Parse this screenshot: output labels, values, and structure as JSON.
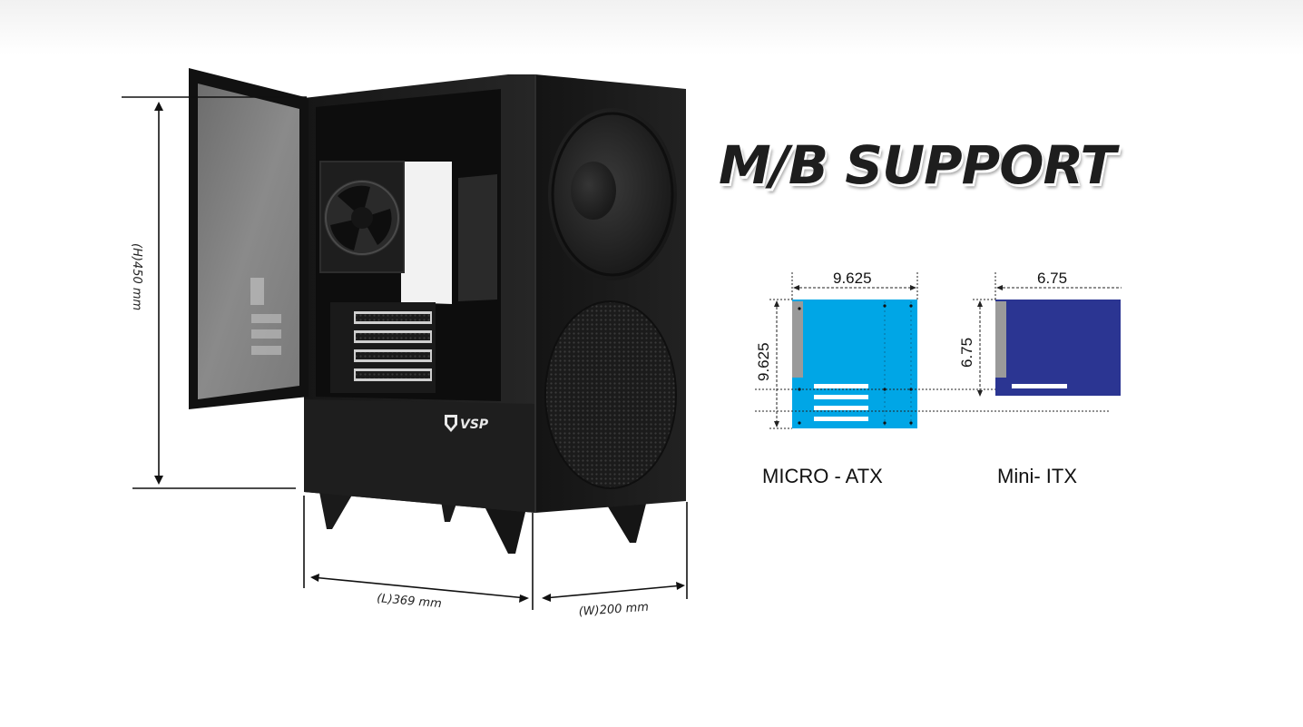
{
  "heading": "M/B SUPPORT",
  "brand_logo_text": "VSP",
  "dimensions": {
    "height": "(H)450 mm",
    "length": "(L)369 mm",
    "width": "(W)200 mm"
  },
  "boards": [
    {
      "name": "MICRO - ATX",
      "width_in": "9.625",
      "height_in": "9.625",
      "color": "#00a6e6"
    },
    {
      "name": "Mini- ITX",
      "width_in": "6.75",
      "height_in": "6.75",
      "color": "#2b3592"
    }
  ],
  "colors": {
    "case_body": "#1d1d1d",
    "heading_text": "#1e1e1e",
    "slot_gray": "#9a9a9a"
  }
}
